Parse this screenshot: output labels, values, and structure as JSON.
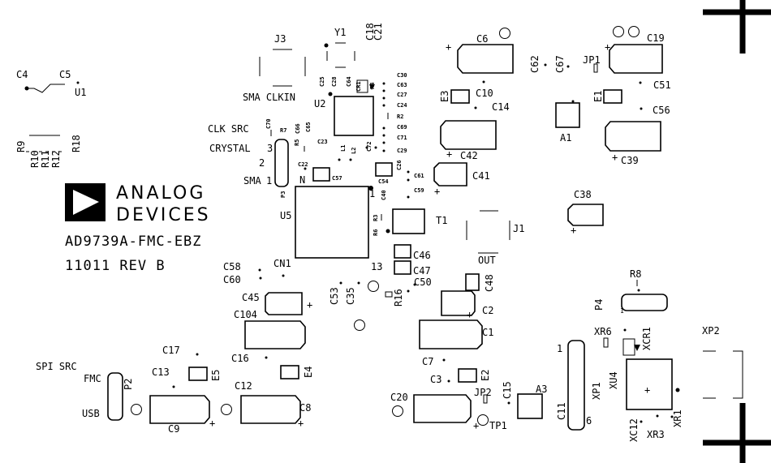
{
  "board": {
    "brand_line1": "ANALOG",
    "brand_line2": "DEVICES",
    "part_number": "AD9739A-FMC-EBZ",
    "revision": "11011 REV B"
  },
  "sections": {
    "clk_src": "CLK SRC",
    "crystal": "CRYSTAL",
    "sma": "SMA",
    "sma_clkin": "SMA CLKIN",
    "spi_src": "SPI SRC",
    "fmc": "FMC",
    "usb": "USB",
    "out": "OUT"
  },
  "pins": {
    "p3_pin3": "3",
    "p3_pin2": "2",
    "p3_pin1": "1",
    "u5_n": "N",
    "u5_1": "1",
    "u5_13": "13",
    "u5_cn1": "CN1",
    "xp1_1": "1",
    "xp1_6": "6",
    "p4_1": "1"
  },
  "labels": [
    {
      "id": "c4",
      "text": "C4",
      "cls": "sm"
    },
    {
      "id": "c5",
      "text": "C5",
      "cls": "sm"
    },
    {
      "id": "u1",
      "text": "U1",
      "cls": "sm"
    },
    {
      "id": "r9",
      "text": "R9",
      "cls": "sm"
    },
    {
      "id": "r10",
      "text": "R10",
      "cls": "sm"
    },
    {
      "id": "r11",
      "text": "R11",
      "cls": "sm"
    },
    {
      "id": "r12",
      "text": "R12",
      "cls": "sm"
    },
    {
      "id": "r18",
      "text": "R18",
      "cls": "sm"
    },
    {
      "id": "j3",
      "text": "J3",
      "cls": "sm"
    },
    {
      "id": "y1",
      "text": "Y1",
      "cls": "sm"
    },
    {
      "id": "c18",
      "text": "C18",
      "cls": "sm"
    },
    {
      "id": "c21",
      "text": "C21",
      "cls": "sm"
    },
    {
      "id": "c25",
      "text": "C25",
      "cls": "xs"
    },
    {
      "id": "c28",
      "text": "C28",
      "cls": "xs"
    },
    {
      "id": "c64",
      "text": "C64",
      "cls": "xs"
    },
    {
      "id": "cr1",
      "text": "CR1",
      "cls": "xs"
    },
    {
      "id": "r4",
      "text": "R4",
      "cls": "xs"
    },
    {
      "id": "c30",
      "text": "C30",
      "cls": "xs"
    },
    {
      "id": "c63",
      "text": "C63",
      "cls": "xs"
    },
    {
      "id": "c27",
      "text": "C27",
      "cls": "xs"
    },
    {
      "id": "c24",
      "text": "C24",
      "cls": "xs"
    },
    {
      "id": "r2",
      "text": "R2",
      "cls": "xs"
    },
    {
      "id": "c69",
      "text": "C69",
      "cls": "xs"
    },
    {
      "id": "c71",
      "text": "C71",
      "cls": "xs"
    },
    {
      "id": "c29",
      "text": "C29",
      "cls": "xs"
    },
    {
      "id": "u2",
      "text": "U2",
      "cls": "sm"
    },
    {
      "id": "c70",
      "text": "C70",
      "cls": "xs"
    },
    {
      "id": "r7",
      "text": "R7",
      "cls": "xs"
    },
    {
      "id": "c66",
      "text": "C66",
      "cls": "xs"
    },
    {
      "id": "c65",
      "text": "C65",
      "cls": "xs"
    },
    {
      "id": "r5",
      "text": "R5",
      "cls": "xs"
    },
    {
      "id": "c23",
      "text": "C23",
      "cls": "xs"
    },
    {
      "id": "l1",
      "text": "L1",
      "cls": "xs"
    },
    {
      "id": "l2",
      "text": "L2",
      "cls": "xs"
    },
    {
      "id": "c72",
      "text": "C72",
      "cls": "xs"
    },
    {
      "id": "c22",
      "text": "C22",
      "cls": "xs"
    },
    {
      "id": "c57",
      "text": "C57",
      "cls": "xs"
    },
    {
      "id": "c54",
      "text": "C54",
      "cls": "xs"
    },
    {
      "id": "c26",
      "text": "C26",
      "cls": "xs"
    },
    {
      "id": "c61",
      "text": "C61",
      "cls": "xs"
    },
    {
      "id": "c59",
      "text": "C59",
      "cls": "xs"
    },
    {
      "id": "c40",
      "text": "C40",
      "cls": "xs"
    },
    {
      "id": "p3",
      "text": "P3",
      "cls": "xs"
    },
    {
      "id": "u5",
      "text": "U5",
      "cls": "sm"
    },
    {
      "id": "r3",
      "text": "R3",
      "cls": "xs"
    },
    {
      "id": "r6",
      "text": "R6",
      "cls": "xs"
    },
    {
      "id": "c6",
      "text": "C6",
      "cls": "sm"
    },
    {
      "id": "c62",
      "text": "C62",
      "cls": "sm"
    },
    {
      "id": "c67",
      "text": "C67",
      "cls": "sm"
    },
    {
      "id": "jp1",
      "text": "JP1",
      "cls": "sm"
    },
    {
      "id": "c19",
      "text": "C19",
      "cls": "sm"
    },
    {
      "id": "e3",
      "text": "E3",
      "cls": "sm"
    },
    {
      "id": "c10",
      "text": "C10",
      "cls": "sm"
    },
    {
      "id": "c14",
      "text": "C14",
      "cls": "sm"
    },
    {
      "id": "e1",
      "text": "E1",
      "cls": "sm"
    },
    {
      "id": "c51",
      "text": "C51",
      "cls": "sm"
    },
    {
      "id": "c56",
      "text": "C56",
      "cls": "sm"
    },
    {
      "id": "a1",
      "text": "A1",
      "cls": "sm"
    },
    {
      "id": "c42",
      "text": "C42",
      "cls": "sm"
    },
    {
      "id": "c39",
      "text": "C39",
      "cls": "sm"
    },
    {
      "id": "c41",
      "text": "C41",
      "cls": "sm"
    },
    {
      "id": "c38",
      "text": "C38",
      "cls": "sm"
    },
    {
      "id": "t1",
      "text": "T1",
      "cls": "sm"
    },
    {
      "id": "j1",
      "text": "J1",
      "cls": "sm"
    },
    {
      "id": "c46",
      "text": "C46",
      "cls": "sm"
    },
    {
      "id": "c47",
      "text": "C47",
      "cls": "sm"
    },
    {
      "id": "c48",
      "text": "C48",
      "cls": "sm"
    },
    {
      "id": "c50",
      "text": "C50",
      "cls": "sm"
    },
    {
      "id": "c58",
      "text": "C58",
      "cls": "sm"
    },
    {
      "id": "c60",
      "text": "C60",
      "cls": "sm"
    },
    {
      "id": "c53",
      "text": "C53",
      "cls": "sm"
    },
    {
      "id": "c35",
      "text": "C35",
      "cls": "sm"
    },
    {
      "id": "r16",
      "text": "R16",
      "cls": "sm"
    },
    {
      "id": "c45",
      "text": "C45",
      "cls": "sm"
    },
    {
      "id": "c104",
      "text": "C104",
      "cls": "sm"
    },
    {
      "id": "c2",
      "text": "C2",
      "cls": "sm"
    },
    {
      "id": "c1",
      "text": "C1",
      "cls": "sm"
    },
    {
      "id": "r8",
      "text": "R8",
      "cls": "sm"
    },
    {
      "id": "p4",
      "text": "P4",
      "cls": "sm"
    },
    {
      "id": "xr6",
      "text": "XR6",
      "cls": "sm"
    },
    {
      "id": "xcr1",
      "text": "XCR1",
      "cls": "sm"
    },
    {
      "id": "xp2",
      "text": "XP2",
      "cls": "sm"
    },
    {
      "id": "c17",
      "text": "C17",
      "cls": "sm"
    },
    {
      "id": "c16",
      "text": "C16",
      "cls": "sm"
    },
    {
      "id": "c13",
      "text": "C13",
      "cls": "sm"
    },
    {
      "id": "e5",
      "text": "E5",
      "cls": "sm"
    },
    {
      "id": "e4",
      "text": "E4",
      "cls": "sm"
    },
    {
      "id": "c12",
      "text": "C12",
      "cls": "sm"
    },
    {
      "id": "c8",
      "text": "C8",
      "cls": "sm"
    },
    {
      "id": "c9",
      "text": "C9",
      "cls": "sm"
    },
    {
      "id": "p2",
      "text": "P2",
      "cls": "sm"
    },
    {
      "id": "c7",
      "text": "C7",
      "cls": "sm"
    },
    {
      "id": "c3",
      "text": "C3",
      "cls": "sm"
    },
    {
      "id": "e2",
      "text": "E2",
      "cls": "sm"
    },
    {
      "id": "c15",
      "text": "C15",
      "cls": "sm"
    },
    {
      "id": "jp2",
      "text": "JP2",
      "cls": "sm"
    },
    {
      "id": "a3",
      "text": "A3",
      "cls": "sm"
    },
    {
      "id": "c11",
      "text": "C11",
      "cls": "sm"
    },
    {
      "id": "c20",
      "text": "C20",
      "cls": "sm"
    },
    {
      "id": "tp1",
      "text": "TP1",
      "cls": "sm"
    },
    {
      "id": "xp1",
      "text": "XP1",
      "cls": "sm"
    },
    {
      "id": "xu4",
      "text": "XU4",
      "cls": "sm"
    },
    {
      "id": "xc12",
      "text": "XC12",
      "cls": "sm"
    },
    {
      "id": "xr1",
      "text": "XR1",
      "cls": "sm"
    },
    {
      "id": "xr3",
      "text": "XR3",
      "cls": "sm"
    }
  ]
}
